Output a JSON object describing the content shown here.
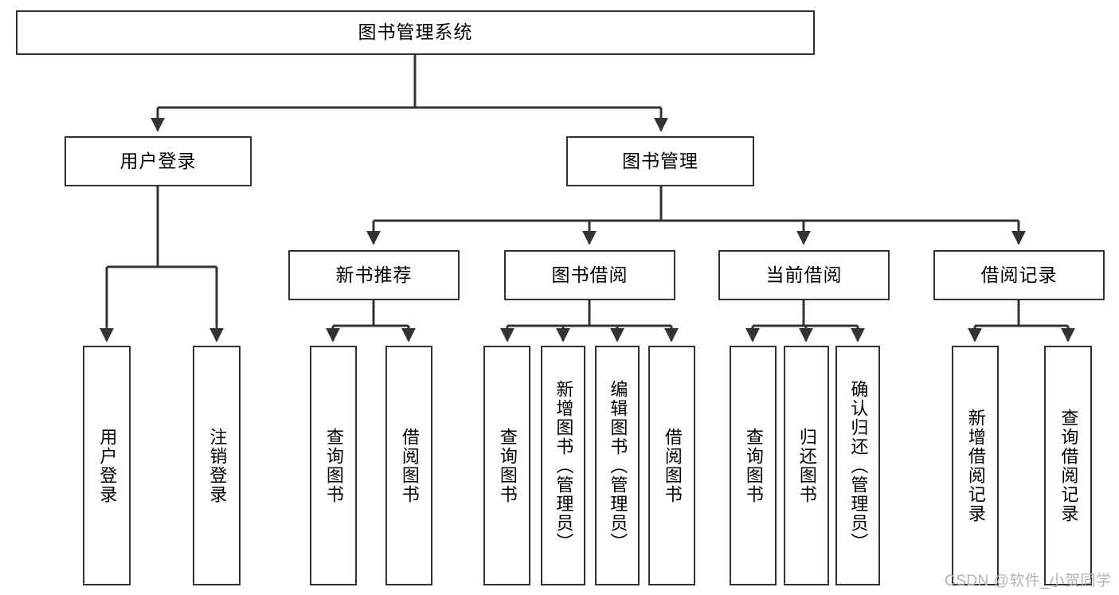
{
  "diagram": {
    "type": "hierarchy-tree",
    "title": "图书管理系统",
    "background_color": "#ffffff",
    "line_color": "#333333",
    "text_color": "#000000",
    "root": {
      "id": "root",
      "label": "图书管理系统"
    },
    "level2": [
      {
        "id": "user-login",
        "label": "用户登录"
      },
      {
        "id": "book-management",
        "label": "图书管理"
      }
    ],
    "level3": [
      {
        "id": "new-book-recommend",
        "label": "新书推荐"
      },
      {
        "id": "book-borrow",
        "label": "图书借阅"
      },
      {
        "id": "current-borrow",
        "label": "当前借阅"
      },
      {
        "id": "borrow-record",
        "label": "借阅记录"
      }
    ],
    "leaves": [
      {
        "id": "leaf-user-login",
        "label": "用户登录",
        "parent": "user-login"
      },
      {
        "id": "leaf-logout-login",
        "label": "注销登录",
        "parent": "user-login"
      },
      {
        "id": "leaf-query-book-1",
        "label": "查询图书",
        "parent": "new-book-recommend"
      },
      {
        "id": "leaf-borrow-book-1",
        "label": "借阅图书",
        "parent": "new-book-recommend"
      },
      {
        "id": "leaf-query-book-2",
        "label": "查询图书",
        "parent": "book-borrow"
      },
      {
        "id": "leaf-add-book",
        "label": "新增图书（管理员）",
        "parent": "book-borrow"
      },
      {
        "id": "leaf-edit-book",
        "label": "编辑图书（管理员）",
        "parent": "book-borrow"
      },
      {
        "id": "leaf-borrow-book-2",
        "label": "借阅图书",
        "parent": "book-borrow"
      },
      {
        "id": "leaf-query-book-3",
        "label": "查询图书",
        "parent": "current-borrow"
      },
      {
        "id": "leaf-return-book",
        "label": "归还图书",
        "parent": "current-borrow"
      },
      {
        "id": "leaf-confirm-return",
        "label": "确认归还（管理员）",
        "parent": "current-borrow"
      },
      {
        "id": "leaf-add-record",
        "label": "新增借阅记录",
        "parent": "borrow-record"
      },
      {
        "id": "leaf-query-record",
        "label": "查询借阅记录",
        "parent": "borrow-record"
      }
    ]
  },
  "watermark": {
    "text": "CSDN @软件_小贺同学"
  }
}
